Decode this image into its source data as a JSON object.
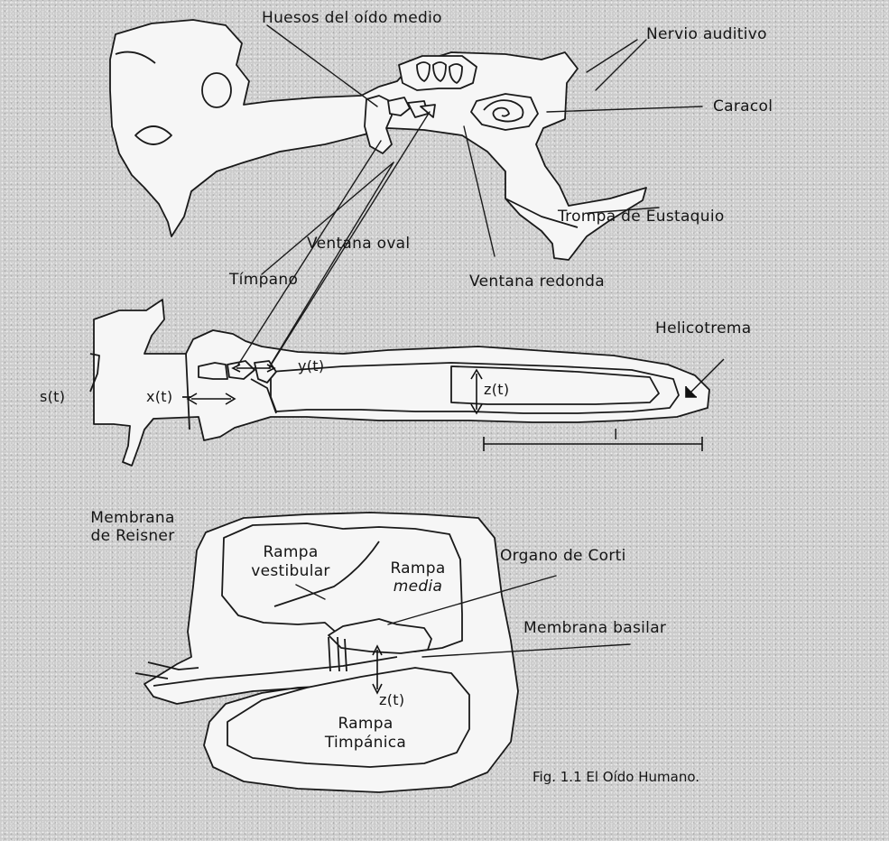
{
  "labels": {
    "huesos": "Huesos del oído medio",
    "nervio": "Nervio auditivo",
    "caracol": "Caracol",
    "trompa": "Trompa de Eustaquio",
    "ventana_oval": "Ventana oval",
    "timpano": "Tímpano",
    "ventana_redonda": "Ventana redonda",
    "helicotrema": "Helicotrema",
    "s_t": "s(t)",
    "x_t": "x(t)",
    "y_t": "y(t)",
    "z_t": "z(t)",
    "l": "l",
    "membrana_reisner_1": "Membrana",
    "membrana_reisner_2": "de Reisner",
    "rampa_vestibular_1": "Rampa",
    "rampa_vestibular_2": "vestibular",
    "rampa_media_1": "Rampa",
    "rampa_media_2": "media",
    "organo_corti": "Organo de Corti",
    "membrana_basilar": "Membrana basilar",
    "z_t_2": "z(t)",
    "rampa_timpanica_1": "Rampa",
    "rampa_timpanica_2": "Timpánica"
  },
  "caption": "Fig. 1.1  El Oído Humano.",
  "colors": {
    "background": "#cbcbcb",
    "fill": "#f6f6f6",
    "ink": "#151515"
  }
}
